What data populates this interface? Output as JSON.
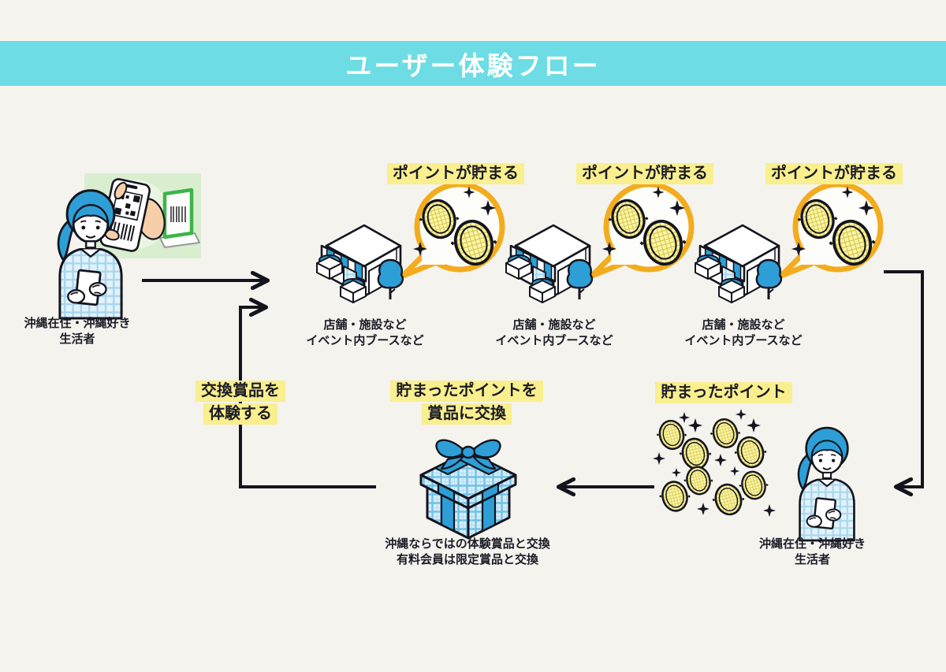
{
  "banner": {
    "title": "ユーザー体験フロー"
  },
  "colors": {
    "background": "#f4f3ee",
    "banner_bg": "#6ddce4",
    "banner_text": "#ffffff",
    "highlight_yellow": "#f9ef8e",
    "text_dark": "#1b1b26",
    "bubble_orange": "#f2ac1d",
    "illustration_blue": "#2d9fd6",
    "coin_yellow": "#f8f3ae",
    "stand_green": "#3cb54a"
  },
  "left_user": {
    "caption_line1": "沖縄在住・沖縄好き",
    "caption_line2": "生活者"
  },
  "stores": {
    "items": [
      {
        "bubble_label": "ポイントが貯まる",
        "caption_line1": "店舗・施設など",
        "caption_line2": "イベント内ブースなど"
      },
      {
        "bubble_label": "ポイントが貯まる",
        "caption_line1": "店舗・施設など",
        "caption_line2": "イベント内ブースなど"
      },
      {
        "bubble_label": "ポイントが貯まる",
        "caption_line1": "店舗・施設など",
        "caption_line2": "イベント内ブースなど"
      }
    ]
  },
  "exchange_loop": {
    "label_line1": "交換賞品を",
    "label_line2": "体験する"
  },
  "gift": {
    "label_line1": "貯まったポイントを",
    "label_line2": "賞品に交換",
    "caption_line1": "沖縄ならではの体験賞品と交換",
    "caption_line2": "有料会員は限定賞品と交換"
  },
  "points_user": {
    "label": "貯まったポイント",
    "caption_line1": "沖縄在住・沖縄好き",
    "caption_line2": "生活者"
  }
}
